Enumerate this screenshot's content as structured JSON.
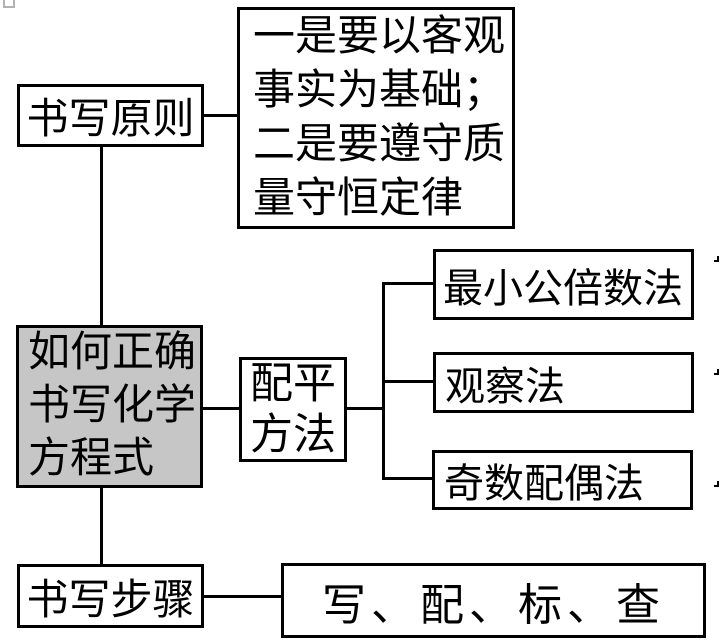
{
  "colors": {
    "line": "#000000",
    "text": "#000000",
    "main_topic_fill": "#c6c6c6",
    "background": "#ffffff"
  },
  "nodes": {
    "main_topic": {
      "lines": [
        "如何正确",
        "书写化学",
        "方程式"
      ]
    },
    "principle": {
      "label": "书写原则"
    },
    "principle_detail": {
      "lines": [
        "一是要以客观",
        "事实为基础；",
        "二是要遵守质",
        "量守恒定律"
      ]
    },
    "balance_method": {
      "lines": [
        "配平",
        "方法"
      ]
    },
    "methods": [
      {
        "label": "最小公倍数法"
      },
      {
        "label": "观察法"
      },
      {
        "label": "奇数配偶法"
      }
    ],
    "steps": {
      "label": "书写步骤"
    },
    "steps_detail": {
      "label": "写、配、标、查"
    }
  }
}
